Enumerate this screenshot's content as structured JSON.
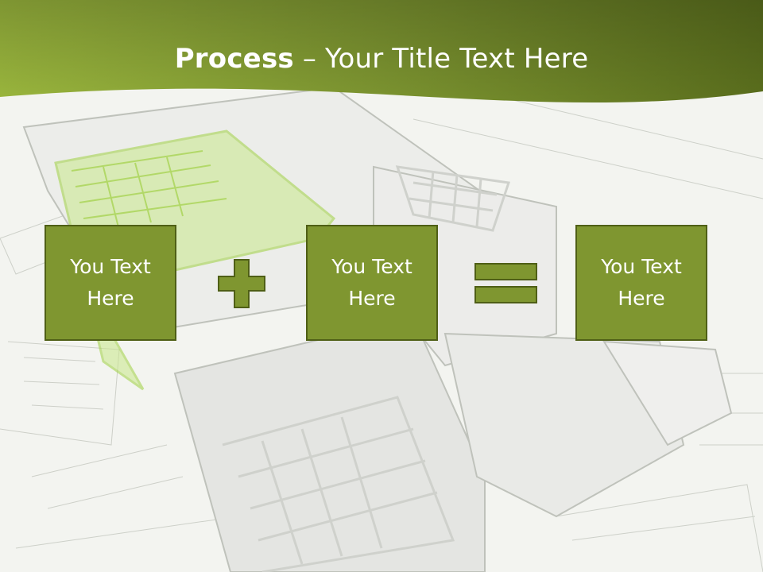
{
  "slide": {
    "title_bold": "Process",
    "title_rest": " – Your Title Text Here"
  },
  "process": {
    "boxes": [
      {
        "text": "You Text Here"
      },
      {
        "text": "You Text Here"
      },
      {
        "text": "You Text Here"
      }
    ],
    "operators": [
      "plus-icon",
      "equals-icon"
    ]
  },
  "colors": {
    "header_dark": "#5a6e1d",
    "header_light": "#98b23a",
    "box_fill": "#7f9630",
    "box_border": "#4f5f16"
  }
}
